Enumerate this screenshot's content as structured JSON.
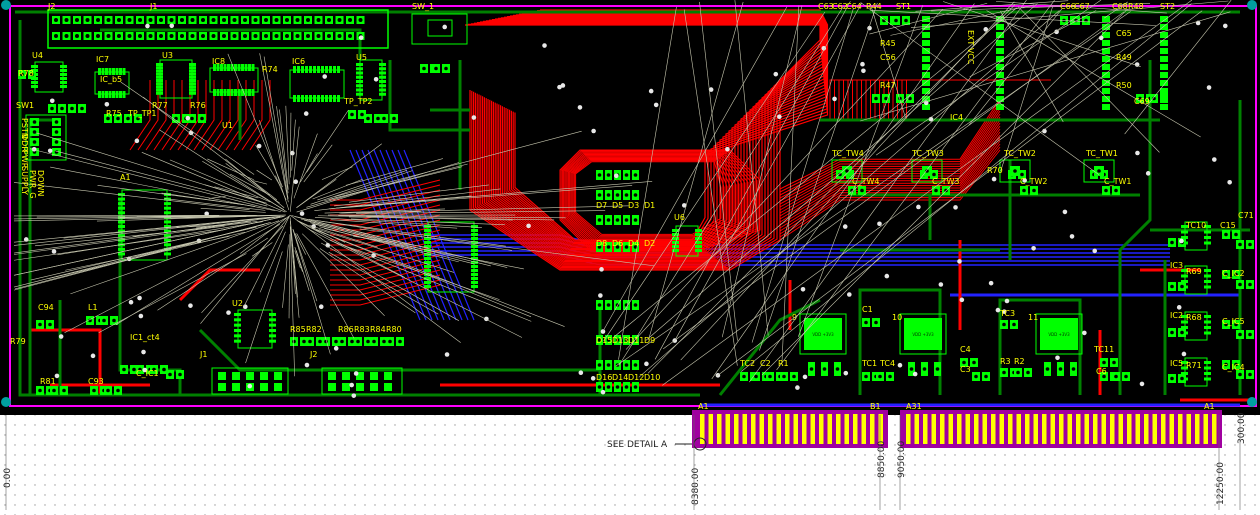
{
  "board": {
    "header_labels": [
      "J2",
      "J1",
      "SW_1",
      "C63",
      "C62",
      "C64",
      "R44",
      "ST1",
      "C66",
      "C67",
      "C68",
      "R48",
      "ST2"
    ],
    "vertical_text": "EXT VCC",
    "side_text_left": [
      "PSTN",
      "DDR",
      "PWR",
      "SUPPLY"
    ],
    "side_text_bottom": [
      "PWR_G",
      "DOWN"
    ],
    "section_labels": {
      "bottom_note": "SEE DETAIL A",
      "finger_left_1": "A1",
      "finger_left_2": "B1",
      "finger_mid": "A31",
      "finger_right": "A1"
    }
  },
  "components": [
    {
      "ref": "U4"
    },
    {
      "ref": "R78"
    },
    {
      "ref": "SW1"
    },
    {
      "ref": "IC7"
    },
    {
      "ref": "IC_b5"
    },
    {
      "ref": "U3"
    },
    {
      "ref": "IC8"
    },
    {
      "ref": "R74"
    },
    {
      "ref": "IC6"
    },
    {
      "ref": "U5"
    },
    {
      "ref": "TP_TP2"
    },
    {
      "ref": "R77"
    },
    {
      "ref": "R76"
    },
    {
      "ref": "R75"
    },
    {
      "ref": "TP_TP1"
    },
    {
      "ref": "U1"
    },
    {
      "ref": "A1"
    },
    {
      "ref": "U2"
    },
    {
      "ref": "R85"
    },
    {
      "ref": "R82"
    },
    {
      "ref": "R86"
    },
    {
      "ref": "R83"
    },
    {
      "ref": "R84"
    },
    {
      "ref": "R80"
    },
    {
      "ref": "C94"
    },
    {
      "ref": "L1"
    },
    {
      "ref": "R79"
    },
    {
      "ref": "R81"
    },
    {
      "ref": "C93"
    },
    {
      "ref": "IC1_ct4"
    },
    {
      "ref": "C_IC1"
    },
    {
      "ref": "J1"
    },
    {
      "ref": "J2"
    },
    {
      "ref": "R45"
    },
    {
      "ref": "C56"
    },
    {
      "ref": "R47"
    },
    {
      "ref": "C65"
    },
    {
      "ref": "R49"
    },
    {
      "ref": "R50"
    },
    {
      "ref": "C69"
    },
    {
      "ref": "C71"
    },
    {
      "ref": "TC_TW4"
    },
    {
      "ref": "TC_TW3"
    },
    {
      "ref": "TC_TW2"
    },
    {
      "ref": "TC_TW1"
    },
    {
      "ref": "C_TW4"
    },
    {
      "ref": "C_TW3"
    },
    {
      "ref": "C_TW2"
    },
    {
      "ref": "C_TW1"
    },
    {
      "ref": "D7"
    },
    {
      "ref": "D5"
    },
    {
      "ref": "D3"
    },
    {
      "ref": "D1"
    },
    {
      "ref": "D8"
    },
    {
      "ref": "D6"
    },
    {
      "ref": "D4"
    },
    {
      "ref": "D2"
    },
    {
      "ref": "U6"
    },
    {
      "ref": "D15"
    },
    {
      "ref": "D13"
    },
    {
      "ref": "D11"
    },
    {
      "ref": "D9"
    },
    {
      "ref": "D16"
    },
    {
      "ref": "D14"
    },
    {
      "ref": "D12"
    },
    {
      "ref": "D10"
    },
    {
      "ref": "TC2"
    },
    {
      "ref": "C2"
    },
    {
      "ref": "R1"
    },
    {
      "ref": "C1"
    },
    {
      "ref": "TC1"
    },
    {
      "ref": "TC4"
    },
    {
      "ref": "C4"
    },
    {
      "ref": "C3"
    },
    {
      "ref": "TC3"
    },
    {
      "ref": "R3"
    },
    {
      "ref": "R2"
    },
    {
      "ref": "TC11"
    },
    {
      "ref": "C6"
    },
    {
      "ref": "TC10"
    },
    {
      "ref": "C15"
    },
    {
      "ref": "IC3"
    },
    {
      "ref": "R69"
    },
    {
      "ref": "C_IC2"
    },
    {
      "ref": "IC2"
    },
    {
      "ref": "R68"
    },
    {
      "ref": "C_IC5"
    },
    {
      "ref": "IC5"
    },
    {
      "ref": "R71"
    },
    {
      "ref": "C_IC4"
    },
    {
      "ref": "IC4"
    },
    {
      "ref": "R70"
    }
  ],
  "regulators": [
    {
      "ref": "9",
      "label": "VDD +3V3"
    },
    {
      "ref": "10",
      "label": "VDD +3V3"
    },
    {
      "ref": "11",
      "label": "VDD +3V3"
    }
  ],
  "dimensions": [
    "0.00",
    "8380.00",
    "8850.00",
    "9050.00",
    "12250.00",
    "300.00"
  ],
  "colors": {
    "board_bg": "#000000",
    "outline": "#ff00ff",
    "top_copper": "#ff0000",
    "bottom_copper": "#2222ff",
    "inner": "#008000",
    "ratsnest": "#c8c8b0",
    "silk": "#ffff00",
    "pad": "#00ff00",
    "finger": "#a000a0"
  }
}
